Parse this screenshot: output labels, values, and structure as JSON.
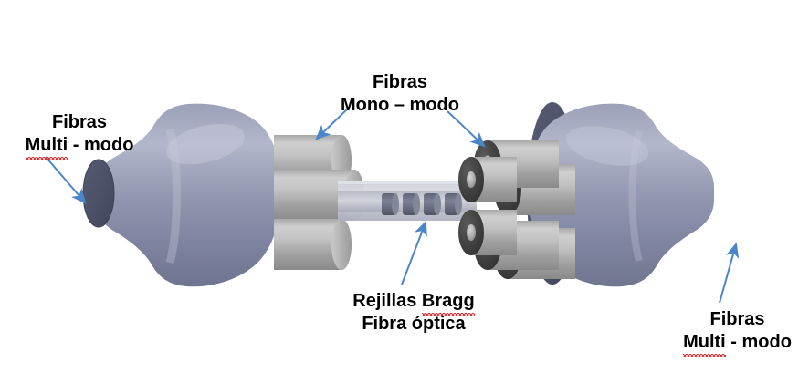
{
  "figure": {
    "title": "Diagrama de conector de fibra optica con rejillas Bragg",
    "background_color": "#ffffff",
    "arrow_color": "#4a86c8",
    "body_color": "#8b90ab",
    "body_dark_color": "#4d5168",
    "tube_color": "#b8b8b8",
    "tube_dark_color": "#4a4a4a",
    "grating_color": "#666b7d",
    "label_color": "#000000",
    "spellcheck_underline_color": "#e03030"
  },
  "labels": {
    "multimodo_left": {
      "line1": "Fibras",
      "line2_word1": "Multi",
      "line2_rest": " - modo",
      "misspelled_word": "Multi"
    },
    "monomodo": {
      "line1": "Fibras",
      "line2": "Mono – modo"
    },
    "bragg": {
      "line1_word1": "Rejillas",
      "line1_word2": "Bragg",
      "line2": "Fibra óptica",
      "misspelled_word": "Bragg"
    },
    "multimodo_right": {
      "line1": "Fibras",
      "line2_word1": "Multi",
      "line2_rest": " - modo",
      "misspelled_word": "Multi"
    }
  },
  "components": {
    "left_ferrule": "left-multimode-ferrule",
    "left_fiber_bundle": "left-singlemode-fiber-bundle",
    "center_fiber": "center-optical-fiber",
    "bragg_gratings_count": 4,
    "right_fiber_bundle": "right-singlemode-fiber-bundle",
    "right_ferrule": "right-multimode-ferrule"
  }
}
